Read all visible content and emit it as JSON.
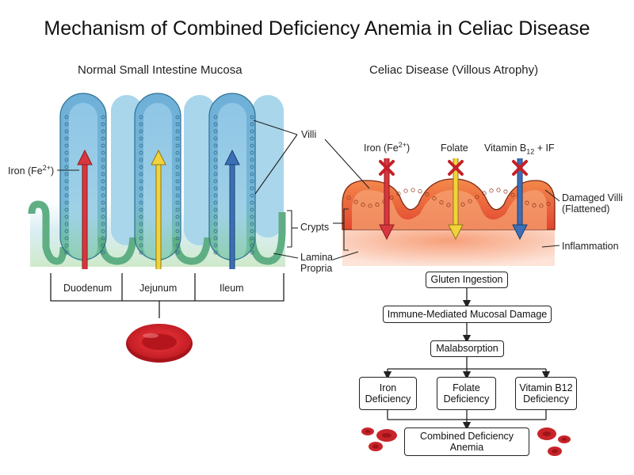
{
  "title": "Mechanism of Combined Deficiency Anemia in Celiac Disease",
  "left_panel": {
    "title": "Normal Small Intestine Mucosa",
    "iron_label": "Iron (Fe",
    "iron_sup": "2+",
    "iron_close": ")",
    "segments": [
      "Duodenum",
      "Jejunum",
      "Ileum"
    ]
  },
  "shared_labels": {
    "villi": "Villi",
    "crypts": "Crypts",
    "lamina_propria_1": "Lamina",
    "lamina_propria_2": "Propria"
  },
  "right_panel": {
    "title": "Celiac Disease (Villous Atrophy)",
    "iron_label": "Iron (Fe",
    "iron_sup": "2+",
    "iron_close": ")",
    "folate": "Folate",
    "b12_prefix": "Vitamin B",
    "b12_sub": "12",
    "b12_suffix": " + IF",
    "damaged_villi_1": "Damaged Villi",
    "damaged_villi_2": "(Flattened)",
    "inflammation": "Inflammation"
  },
  "flowchart": {
    "gluten": "Gluten Ingestion",
    "immune": "Immune-Mediated Mucosal Damage",
    "malabsorption": "Malabsorption",
    "iron_def_1": "Iron",
    "iron_def_2": "Deficiency",
    "folate_def_1": "Folate",
    "folate_def_2": "Deficiency",
    "b12_def_1": "Vitamin B12",
    "b12_def_2": "Deficiency",
    "anemia_1": "Combined Deficiency",
    "anemia_2": "Anemia"
  },
  "colors": {
    "iron": "#d9363e",
    "folate": "#f2d33b",
    "b12": "#3b6fb6",
    "normal_villi": "#8ec9e4",
    "crypt_green": "#7cc39a",
    "damaged_mucosa": "#ef6a3c",
    "rbc": "#d4242b"
  }
}
